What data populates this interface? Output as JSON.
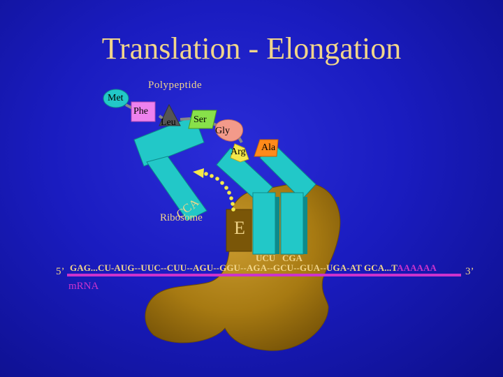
{
  "slide": {
    "title": "Translation - Elongation",
    "polypeptide_label": "Polypeptide",
    "amino_acids": {
      "met": "Met",
      "phe": "Phe",
      "leu": "Leu",
      "ser": "Ser",
      "gly": "Gly",
      "arg": "Arg",
      "ala": "Ala"
    },
    "trna_end": "CCA",
    "ribosome_label": "Ribosome",
    "site_label": "E",
    "anticodons": [
      "UCU",
      "CGA"
    ],
    "mrna": {
      "five_prime": "5’",
      "three_prime": "3’",
      "sequence": "GAG...CU-AUG--UUC--CUU--AGU--GGU--AGA--GCU--GUA--UGA-AT GCA...T",
      "poly_a": "AAAAAA",
      "label": "mRNA"
    },
    "colors": {
      "background": "#1a1cc0",
      "text_yellow": "#f1d58a",
      "ribosome": "#b8860b",
      "trna": "#22c8c8",
      "mrna_line": "#cc33cc"
    }
  }
}
